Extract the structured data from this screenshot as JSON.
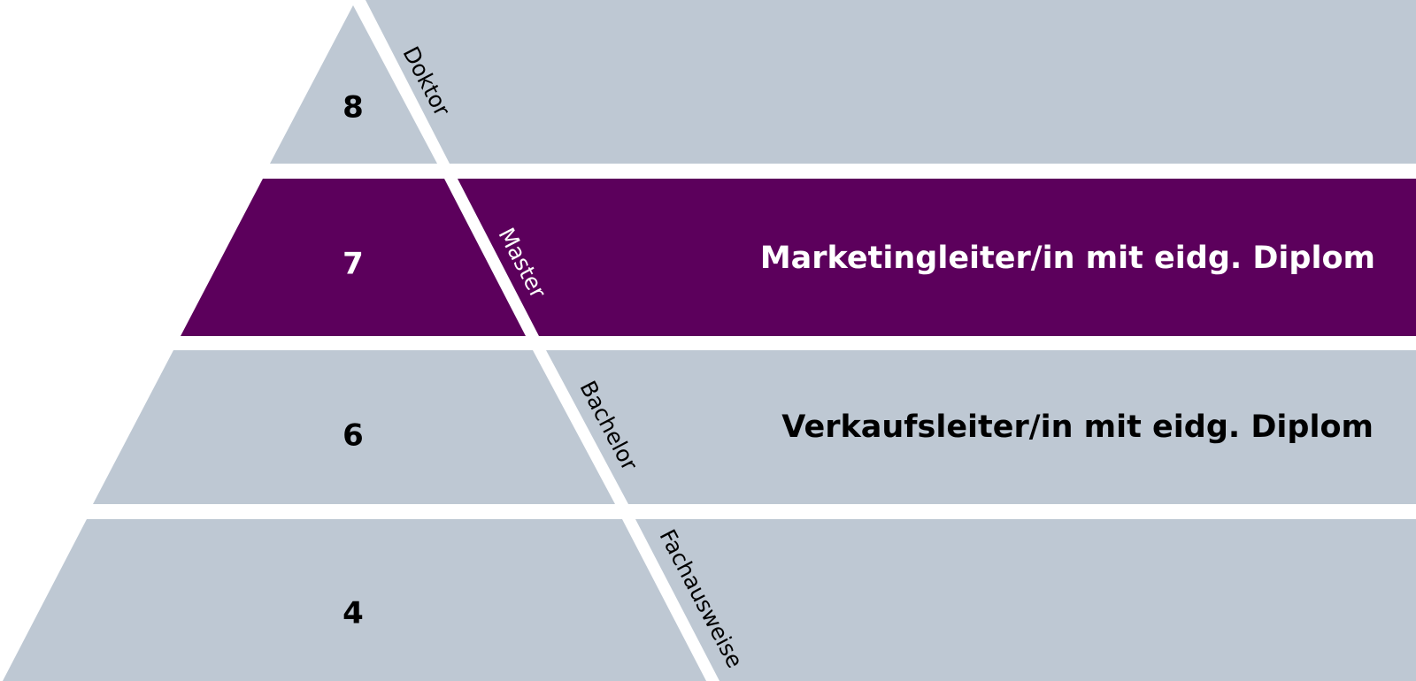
{
  "colors": {
    "band": "#bec8d3",
    "highlight": "#5c005c",
    "text_dark": "#000000",
    "text_light": "#ffffff",
    "gap": "#ffffff"
  },
  "levels": [
    {
      "level": "8",
      "degree": "Doktor",
      "qualification": "",
      "highlighted": false
    },
    {
      "level": "7",
      "degree": "Master",
      "qualification": "Marketingleiter/in mit eidg. Diplom",
      "highlighted": true
    },
    {
      "level": "6",
      "degree": "Bachelor",
      "qualification": "Verkaufsleiter/in mit eidg. Diplom",
      "highlighted": false
    },
    {
      "level": "4",
      "degree": "Fachausweise",
      "qualification": "",
      "highlighted": false
    }
  ]
}
